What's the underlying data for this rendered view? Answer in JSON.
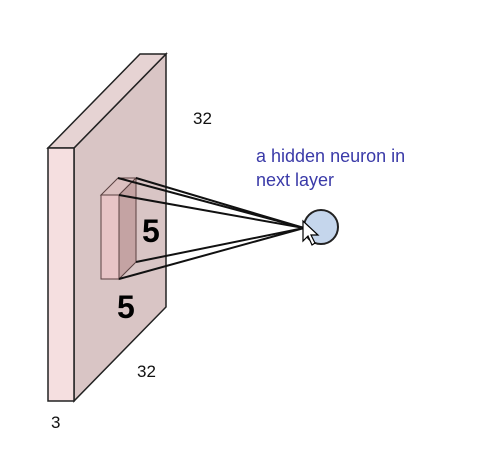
{
  "diagram": {
    "input_volume": {
      "height_label": "32",
      "width_label": "32",
      "depth_label": "3"
    },
    "receptive_field": {
      "height_label": "5",
      "width_label": "5"
    },
    "neuron": {
      "label_line1": "a hidden neuron in",
      "label_line2": "next layer"
    },
    "colors": {
      "volume_face": "#d9c5c5",
      "volume_side": "#f5dfe0",
      "volume_top": "#e6d3d3",
      "filter_face": "#c4a3a3",
      "filter_side": "#e8c4c6",
      "neuron_fill": "#c5d6ec",
      "label_blue": "#3a3aa8"
    }
  }
}
